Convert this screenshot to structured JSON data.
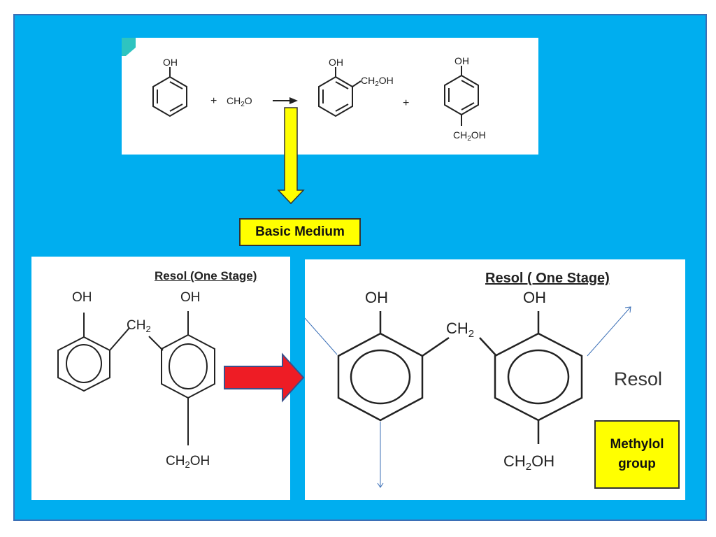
{
  "reaction": {
    "phenol_oh": "OH",
    "plus_1": "+",
    "formaldehyde": "CH",
    "formaldehyde_sub": "2",
    "formaldehyde_end": "O",
    "ortho_oh": "OH",
    "ortho_ch2oh": "CH",
    "ortho_ch2oh_sub": "2",
    "ortho_ch2oh_end": "OH",
    "plus_2": "+",
    "para_oh": "OH",
    "para_ch2oh": "CH",
    "para_ch2oh_sub": "2",
    "para_ch2oh_end": "OH"
  },
  "basic_medium": "Basic Medium",
  "left_structure": {
    "title": "Resol (One Stage)",
    "oh_left": "OH",
    "oh_right": "OH",
    "ch2": "CH",
    "ch2_sub": "2",
    "ch2oh": "CH",
    "ch2oh_sub": "2",
    "ch2oh_end": "OH"
  },
  "right_structure": {
    "title": "Resol ( One Stage)",
    "oh_left": "OH",
    "oh_right": "OH",
    "ch2": "CH",
    "ch2_sub": "2",
    "ch2oh": "CH",
    "ch2oh_sub": "2",
    "ch2oh_end": "OH",
    "resol_label": "Resol"
  },
  "methylol": {
    "line1": "Methylol",
    "line2": "group"
  },
  "colors": {
    "slide_bg": "#00aeef",
    "callout_yellow": "#ffff00",
    "big_arrow_red": "#ee1c25",
    "thin_arrow_blue": "#3b6fb6"
  }
}
